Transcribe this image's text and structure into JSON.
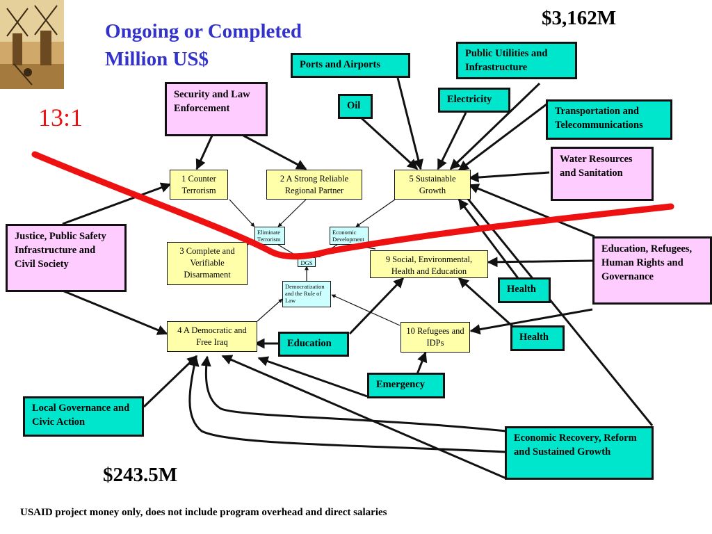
{
  "title": {
    "line1": "Ongoing or Completed",
    "line2": "Million US$"
  },
  "ratio": "13:1",
  "total_top": "$3,162M",
  "total_bottom": "$243.5M",
  "footnote": "USAID project money only, does not include program overhead and direct salaries",
  "colors": {
    "title": "#3333cc",
    "ratio": "#ee1111",
    "divider_line": "#ee1111",
    "category_box": "#ffccff",
    "sector_box": "#00e6cc",
    "objective_box": "#ffffaa",
    "goal_box": "#ccffff"
  },
  "logo": {
    "icon": "windmill-painting-icon"
  },
  "category_boxes": {
    "security": "Security and Law Enforcement",
    "justice": "Justice, Public Safety Infrastructure and Civil Society",
    "education_refugees": "Education, Refugees, Human Rights and Governance",
    "water": "Water Resources and Sanitation"
  },
  "sector_boxes": {
    "ports": "Ports and Airports",
    "utilities": "Public Utilities and Infrastructure",
    "oil": "Oil",
    "electricity": "Electricity",
    "transport": "Transportation and Telecommunications",
    "health_1": "Health",
    "health_2": "Health",
    "education": "Education",
    "emergency": "Emergency",
    "local_gov": "Local Governance and Civic Action",
    "economic_recovery": "Economic Recovery, Reform and Sustained Growth"
  },
  "objective_boxes": {
    "obj1": "1 Counter Terrorism",
    "obj2": "2 A Strong Reliable Regional Partner",
    "obj3": "3 Complete and Verifiable Disarmament",
    "obj4": "4 A Democratic and Free Iraq",
    "obj5": "5 Sustainable Growth",
    "obj9": "9 Social, Environmental, Health and Education",
    "obj10": "10 Refugees and IDPs"
  },
  "goal_boxes": {
    "eliminate_terrorism": "Eliminate Terrorism",
    "economic_development": "Economic Development",
    "dgs": "DGS",
    "democratization": "Democratization and the Rule of Law"
  }
}
